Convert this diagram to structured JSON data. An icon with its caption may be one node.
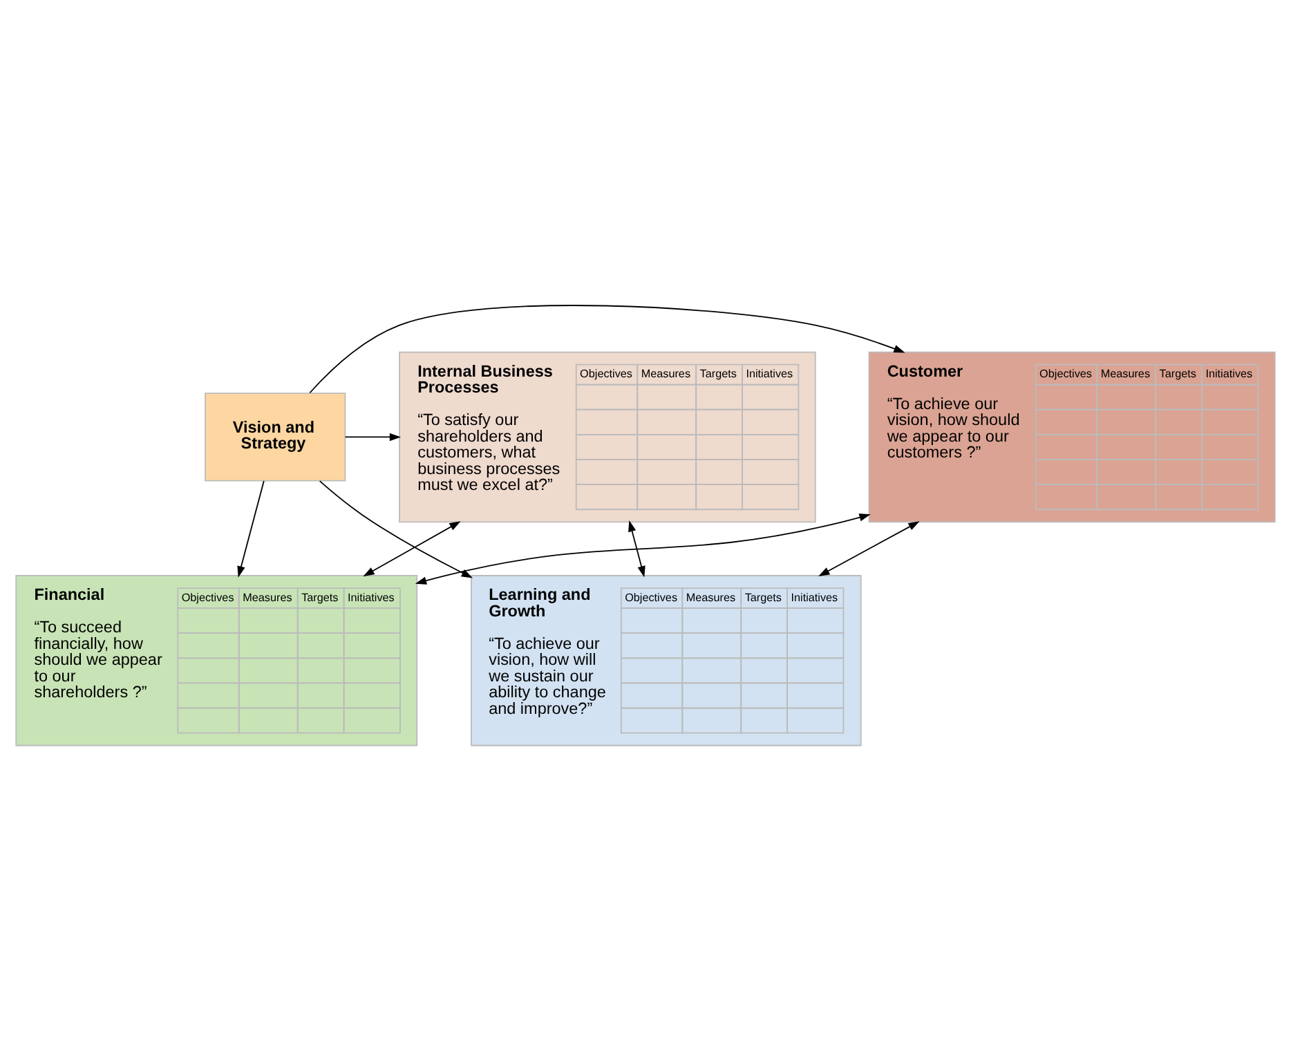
{
  "diagram": {
    "nodes": [
      {
        "text": [
          "Financial",
          "“To succeed financially, how should we appear to our shareholders ?”",
          "Objectives",
          "Measures",
          "Targets",
          "Initiatives"
        ]
      },
      {
        "text": [
          "Customer",
          "“To achieve our vision, how should we appear to our customers ?”",
          "Objectives",
          "Measures",
          "Targets",
          "Initiatives"
        ]
      },
      {
        "text": [
          "Vision and Strategy"
        ]
      },
      {
        "text": [
          "Internal Business Processes",
          "“To satisfy our shareholders and customers, what business processes must we excel at?”",
          "Objectives",
          "Measures",
          "Targets",
          "Initiatives"
        ]
      },
      {
        "text": [
          "Learning and Growth",
          "“To achieve our vision, how will we sustain our ability to change and improve?”",
          "Objectives",
          "Measures",
          "Targets",
          "Initiatives"
        ]
      }
    ],
    "edges": [
      {
        "from": 2,
        "to": 0,
        "arrow": "to"
      },
      {
        "from": 2,
        "to": 1,
        "arrow": "to"
      },
      {
        "from": 2,
        "to": 3,
        "arrow": "to"
      },
      {
        "from": 2,
        "to": 4,
        "arrow": "to"
      },
      {
        "from": 0,
        "to": 3,
        "arrow": "both"
      },
      {
        "from": 3,
        "to": 4,
        "arrow": "both"
      },
      {
        "from": 4,
        "to": 1,
        "arrow": "both"
      },
      {
        "from": 1,
        "to": 0,
        "arrow": "both"
      }
    ]
  }
}
